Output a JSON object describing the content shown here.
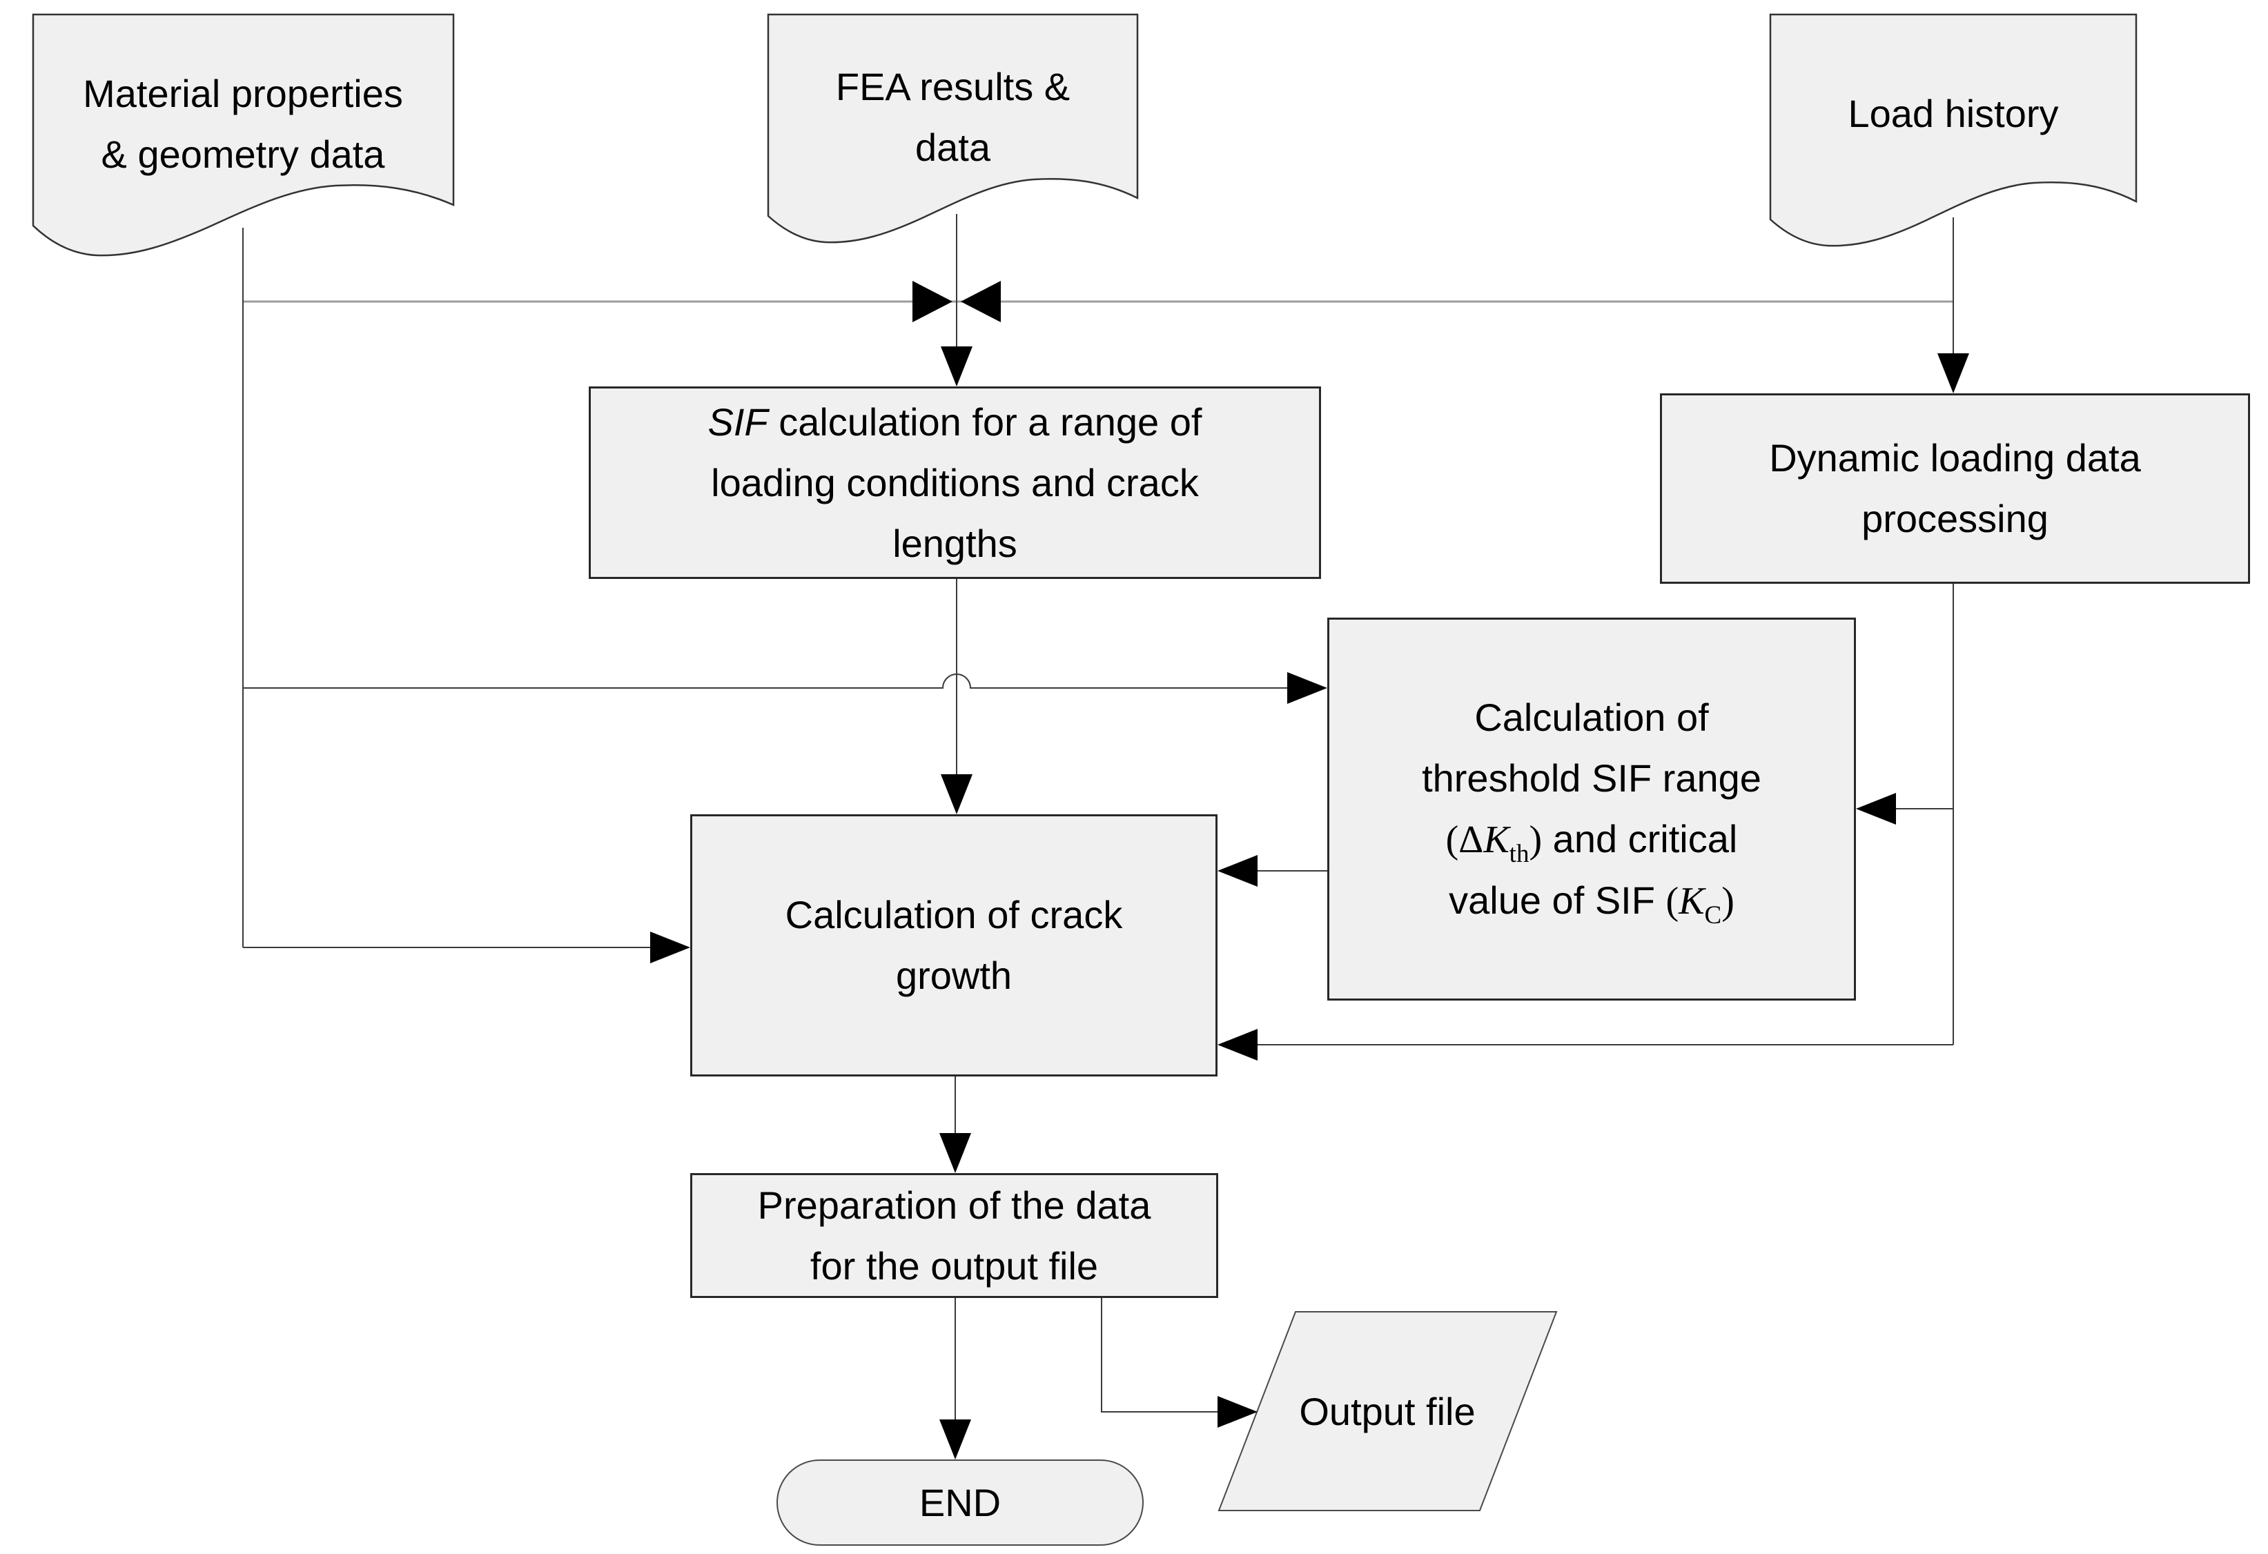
{
  "colors": {
    "shape_fill": "#f0f0f0",
    "shape_border": "#282828",
    "connector": "#3a3a3a",
    "merge_line_gray": "#9c9c9c",
    "arrowhead": "#000000",
    "background": "#ffffff"
  },
  "nodes": {
    "material_doc": {
      "type": "document",
      "lines": [
        "Material properties",
        "& geometry data"
      ]
    },
    "fea_doc": {
      "type": "document",
      "lines": [
        "FEA results &",
        "data"
      ]
    },
    "load_doc": {
      "type": "document",
      "lines": [
        "Load history"
      ]
    },
    "sif_calc": {
      "type": "process",
      "italic_prefix": "SIF",
      "lines": [
        " calculation for a range of",
        "loading conditions and crack",
        "lengths"
      ]
    },
    "dynamic_proc": {
      "type": "process",
      "lines": [
        "Dynamic loading data",
        "processing"
      ]
    },
    "threshold_calc": {
      "type": "process",
      "line1": "Calculation of",
      "line2": "threshold SIF range",
      "line3": {
        "open": "(Δ",
        "k": "K",
        "sub": "th",
        "close": ")",
        "rest": " and critical"
      },
      "line4": {
        "pre": "value of SIF ",
        "open": "(",
        "k": "K",
        "sub": "C",
        "close": ")"
      }
    },
    "crack_growth": {
      "type": "process",
      "lines": [
        "Calculation of crack",
        "growth"
      ]
    },
    "prep_output": {
      "type": "process",
      "lines": [
        "Preparation of the data",
        "for the output file"
      ]
    },
    "output_file": {
      "type": "io",
      "lines": [
        "Output file"
      ]
    },
    "end": {
      "type": "terminator",
      "label": "END"
    }
  }
}
